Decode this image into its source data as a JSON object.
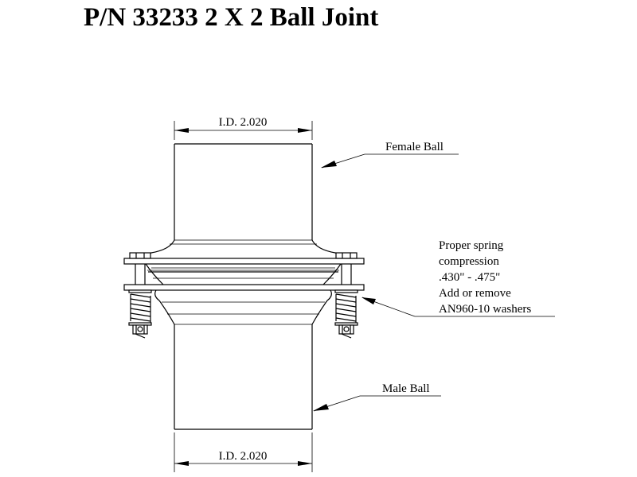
{
  "title": "P/N 33233 2 X 2 Ball Joint",
  "labels": {
    "top_dimension": "I.D. 2.020",
    "bottom_dimension": "I.D. 2.020",
    "female_ball": "Female Ball",
    "male_ball": "Male Ball",
    "spring_note": [
      "Proper spring",
      "compression",
      ".430\" - .475\"",
      "Add or remove",
      "AN960-10 washers"
    ]
  }
}
